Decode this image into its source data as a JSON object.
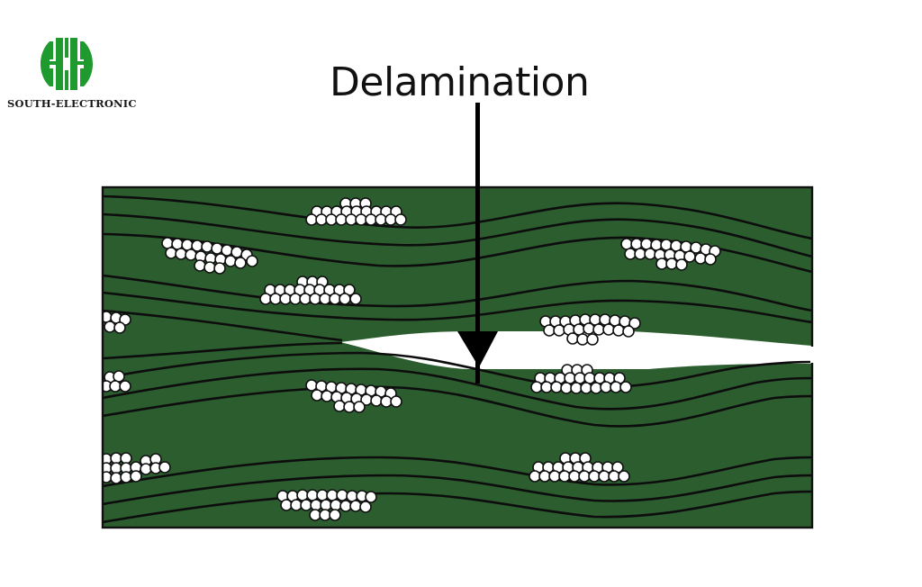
{
  "logo": {
    "brand_text": "SOUTH-ELECTRONIC",
    "icon": "south-electronic-logo-icon",
    "color": "#1f9a2e"
  },
  "title": "Delamination",
  "diagram": {
    "description": "Cross-section of PCB laminate showing glass fiber bundles in resin with a delamination void between layers",
    "laminate_color": "#2b5d2f",
    "line_color": "#0d0d0d",
    "fiber_color": "#ffffff",
    "void_color": "#ffffff",
    "arrow_label": "Delamination",
    "arrow_color": "#000000"
  }
}
